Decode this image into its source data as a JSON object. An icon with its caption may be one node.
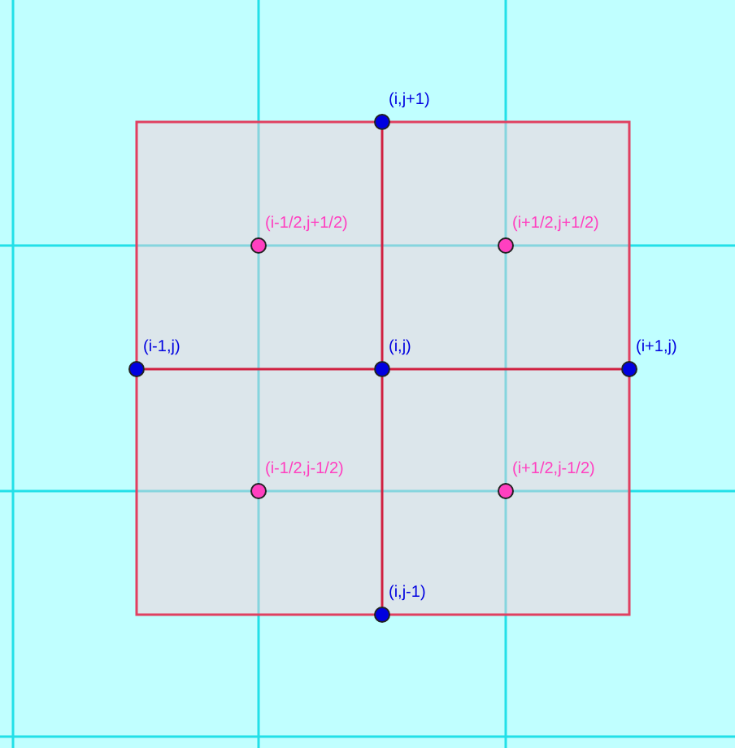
{
  "diagram": {
    "nodes": [
      {
        "text": [],
        "shape": "circle",
        "beside": [
          "(i,j+1)"
        ]
      },
      {
        "text": [],
        "shape": "circle",
        "beside": [
          "(i-1/2,j+1/2)"
        ]
      },
      {
        "text": [],
        "shape": "circle",
        "beside": [
          "(i+1/2,j+1/2)"
        ]
      },
      {
        "text": [],
        "shape": "circle",
        "beside": [
          "(i-1,j)"
        ]
      },
      {
        "text": [],
        "shape": "circle",
        "beside": [
          "(i,j)"
        ]
      },
      {
        "text": [],
        "shape": "circle",
        "beside": [
          "(i+1,j)"
        ]
      },
      {
        "text": [],
        "shape": "circle",
        "beside": [
          "(i-1/2,j-1/2)"
        ]
      },
      {
        "text": [],
        "shape": "circle",
        "beside": [
          "(i+1/2,j-1/2)"
        ]
      },
      {
        "text": [],
        "shape": "circle",
        "beside": [
          "(i,j-1)"
        ]
      }
    ],
    "edges": [
      {
        "from": 0,
        "to": 4,
        "arrow": "none"
      },
      {
        "from": 4,
        "to": 8,
        "arrow": "none"
      },
      {
        "from": 3,
        "to": 4,
        "arrow": "none"
      },
      {
        "from": 4,
        "to": 5,
        "arrow": "none"
      }
    ]
  }
}
